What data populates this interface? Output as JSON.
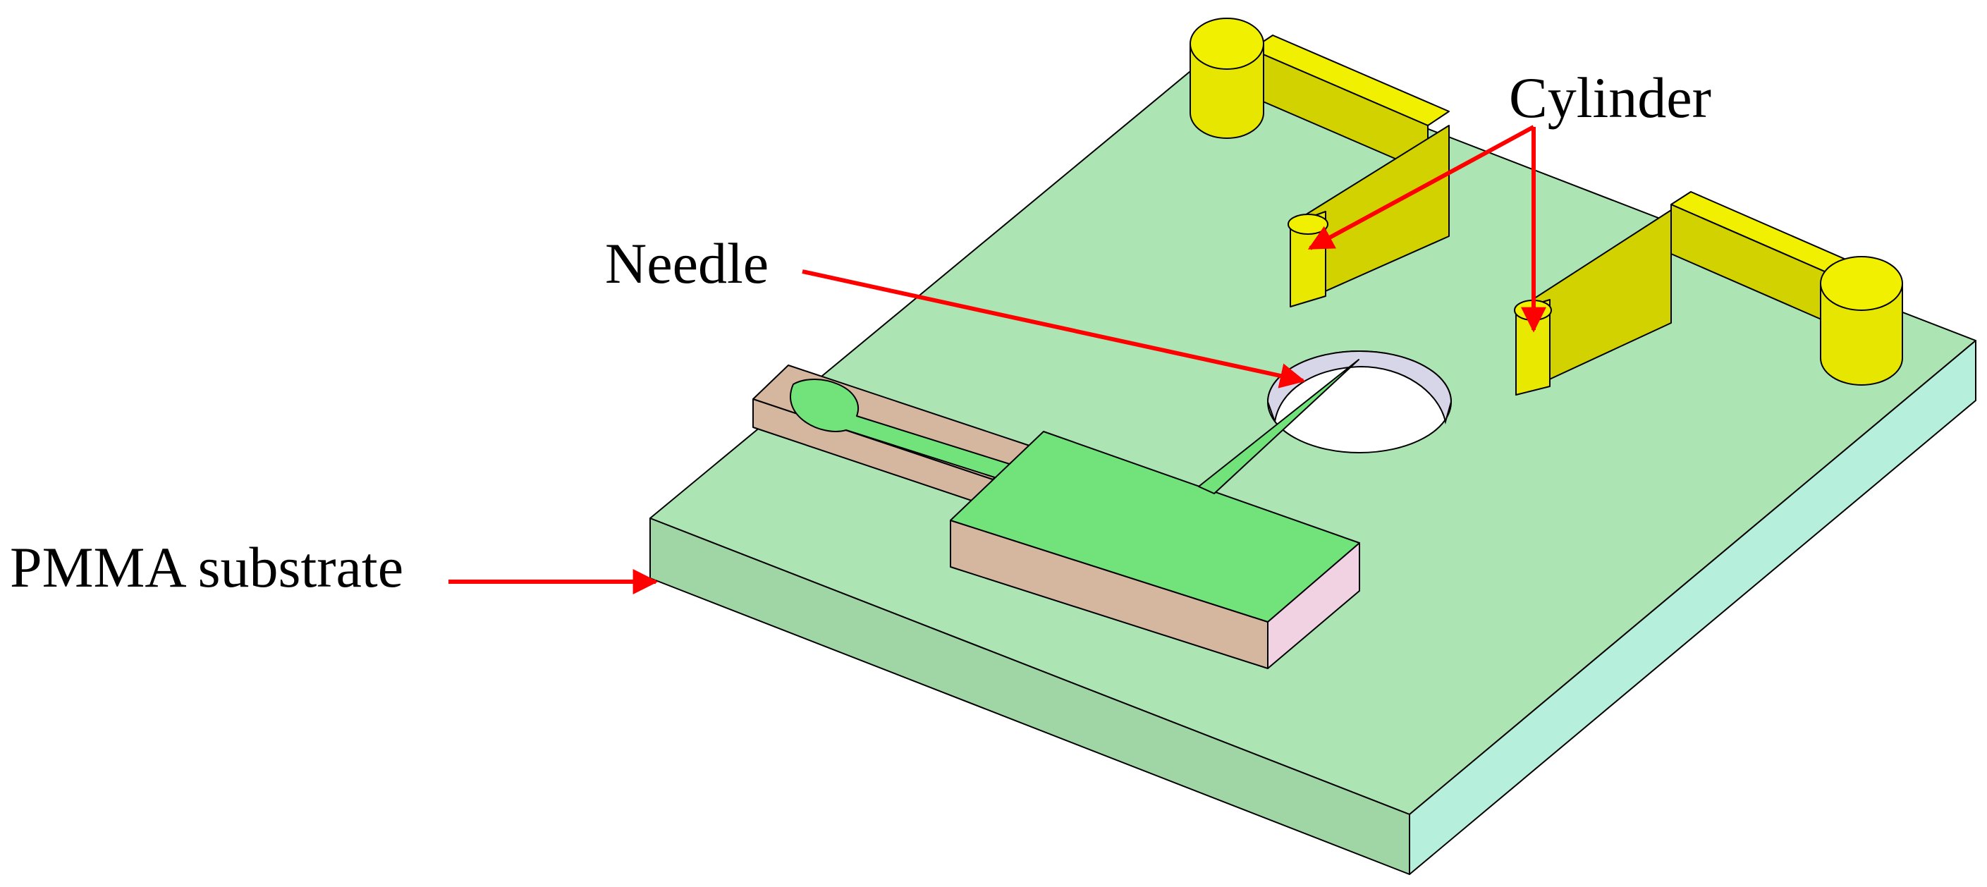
{
  "labels": {
    "cylinder": "Cylinder",
    "needle": "Needle",
    "substrate": "PMMA substrate"
  },
  "colors": {
    "substrate_top": "#ace5b3",
    "substrate_front": "#a0d6a5",
    "substrate_side": "#b6f0dc",
    "needle_chip": "#72e37a",
    "chip_base": "#d5b7a0",
    "chip_base_end": "#f0d2e2",
    "cylinder_light": "#f0f000",
    "cylinder_dark": "#d2d200",
    "hole_inner": "#d6d6e8",
    "arrow": "#ff0000",
    "outline": "#000000"
  }
}
